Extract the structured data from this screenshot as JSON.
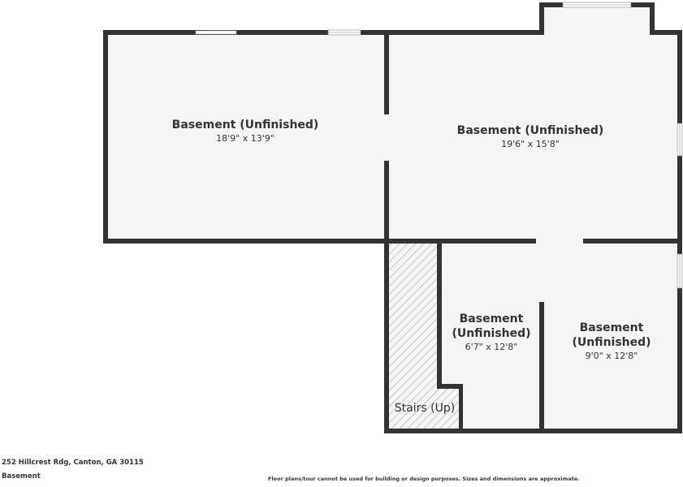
{
  "colors": {
    "wall": "#333333",
    "floor": "#f5f5f5",
    "window": "#cccccc",
    "hatch": "#999999"
  },
  "rooms": [
    {
      "name": "Basement (Unfinished)",
      "dims": "18'9\" x 13'9\""
    },
    {
      "name": "Basement (Unfinished)",
      "dims": "19'6\" x 15'8\""
    },
    {
      "name_line1": "Basement",
      "name_line2": "(Unfinished)",
      "dims": "6'7\" x 12'8\""
    },
    {
      "name_line1": "Basement",
      "name_line2": "(Unfinished)",
      "dims": "9'0\" x 12'8\""
    },
    {
      "name": "Stairs (Up)"
    }
  ],
  "footer": {
    "address": "252 Hillcrest Rdg, Canton, GA 30115",
    "level": "Basement",
    "disclaimer": "Floor plans/tour cannot be used for building or design purposes. Sizes and dimensions are approximate."
  }
}
